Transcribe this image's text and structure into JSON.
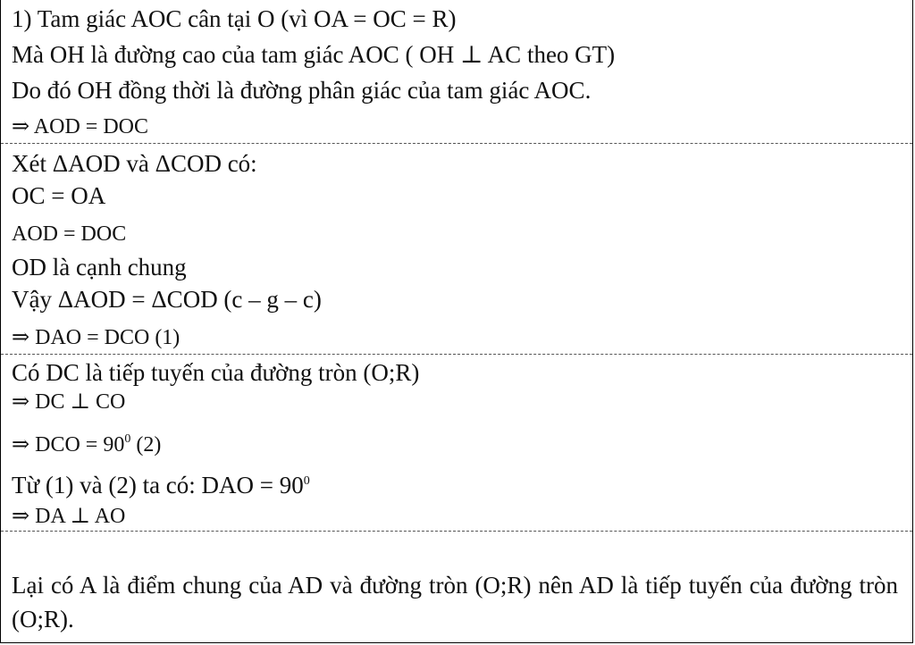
{
  "section1": {
    "line1": "1) Tam giác AOC cân tại O (vì OA = OC = R)",
    "line2": "Mà OH là đường cao của tam giác AOC ( OH ⊥ AC theo GT)",
    "line3": "Do đó OH đồng thời là đường phân giác của tam giác AOC.",
    "line4": "⇒ AOD = DOC"
  },
  "section2": {
    "line1": "Xét ΔAOD và ΔCOD có:",
    "line2": "OC = OA",
    "line3": "AOD = DOC",
    "line4": "OD là cạnh chung",
    "line5": "Vậy ΔAOD = ΔCOD (c – g – c)",
    "line6": "⇒ DAO = DCO  (1)"
  },
  "section3": {
    "line1": "Có DC là tiếp tuyến của đường tròn (O;R)",
    "line2": "⇒  DC ⊥ CO",
    "line3_main": "⇒ DCO = 90",
    "line3_sup": "0",
    "line3_tail": " (2)",
    "line4_main": "Từ (1) và (2) ta có:  DAO = 90",
    "line4_sup": "0",
    "line5": "⇒ DA ⊥ AO"
  },
  "section4": {
    "paragraph": "Lại có A là điểm chung của AD và đường tròn (O;R) nên AD là tiếp tuyến của đường tròn (O;R)."
  }
}
